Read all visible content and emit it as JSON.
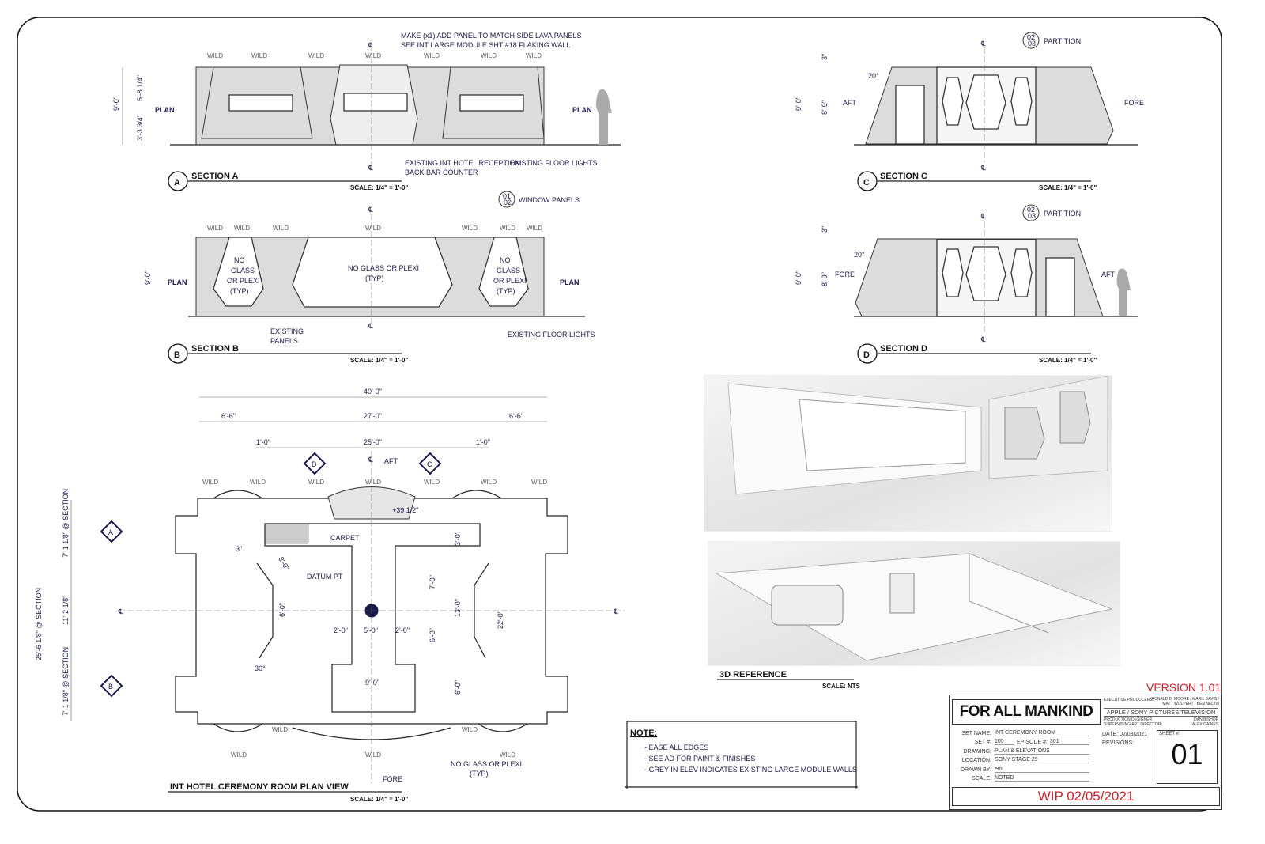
{
  "sections": {
    "a": {
      "letter": "A",
      "title": "SECTION A",
      "scale": "SCALE: 1/4\" = 1'-0\"",
      "plan_left": "PLAN",
      "plan_right": "PLAN",
      "dim_total": "9'-0\"",
      "dim_upper": "5'-8 1/4\"",
      "dim_lower": "3'-3 3/4\"",
      "note_top_1": "MAKE (x1) ADD PANEL TO MATCH SIDE LAVA PANELS",
      "note_top_2": "SEE INT LARGE MODULE SHT #18 FLAKING WALL",
      "note_counter_1": "EXISTING INT HOTEL RECEPTION",
      "note_counter_2": "BACK BAR COUNTER",
      "note_lights": "EXISTING FLOOR LIGHTS"
    },
    "b": {
      "letter": "B",
      "title": "SECTION B",
      "scale": "SCALE: 1/4\" = 1'-0\"",
      "plan_left": "PLAN",
      "plan_right": "PLAN",
      "dim_total": "9'-0\"",
      "side_note": [
        "NO",
        "GLASS",
        "OR PLEXI",
        "(TYP)"
      ],
      "center_note_1": "NO GLASS OR PLEXI",
      "center_note_2": "(TYP)",
      "callout_top": "01",
      "callout_bottom": "02",
      "callout_label": "WINDOW PANELS",
      "note_panels_1": "EXISTING",
      "note_panels_2": "PANELS",
      "note_lights": "EXISTING FLOOR LIGHTS"
    },
    "c": {
      "letter": "C",
      "title": "SECTION C",
      "scale": "SCALE: 1/4\" = 1'-0\"",
      "dim_total": "9'-0\"",
      "dim_inner": "8'-9\"",
      "dim_top": "3\"",
      "angle": "20°",
      "left": "AFT",
      "right": "FORE",
      "callout_top": "02",
      "callout_bottom": "03",
      "callout_label": "PARTITION"
    },
    "d": {
      "letter": "D",
      "title": "SECTION D",
      "scale": "SCALE: 1/4\" = 1'-0\"",
      "dim_total": "9'-0\"",
      "dim_inner": "8'-9\"",
      "dim_top": "3\"",
      "angle": "20°",
      "left": "FORE",
      "right": "AFT",
      "callout_top": "02",
      "callout_bottom": "03",
      "callout_label": "PARTITION"
    }
  },
  "wild": "WILD",
  "centerline": "℄",
  "plan": {
    "title": "INT HOTEL CEREMONY ROOM PLAN VIEW",
    "scale": "SCALE: 1/4\" = 1'-0\"",
    "dims": {
      "overall": "40'-0\"",
      "mid": "27'-0\"",
      "side_left": "6'-6\"",
      "side_right": "6'-6\"",
      "inner": "25'-0\"",
      "one_left": "1'-0\"",
      "one_right": "1'-0\"",
      "left_total": "25'-6 1/8\" @ SECTION",
      "left_top": "7'-1 1/8\" @ SECTION",
      "left_mid": "11'-2 1/8\"",
      "left_bottom": "7'-1 1/8\" @ SECTION",
      "three_a": "3'-0\"",
      "seven": "7'-0\"",
      "thirteen": "13'-0\"",
      "twentytwo": "22'-0\"",
      "six_a": "6'-0\"",
      "six_b": "6'-0\"",
      "six_c": "6'-0\"",
      "two_l": "2'-0\"",
      "five": "5'-0\"",
      "two_r": "2'-0\"",
      "nine": "9'-0\"",
      "three_b": "3\"",
      "three_c": "3'-0\"",
      "thirty": "30°",
      "plus": "+39 1/2\""
    },
    "aft": "AFT",
    "fore": "FORE",
    "carpet": "CARPET",
    "datum": "DATUM PT",
    "no_glass_1": "NO GLASS OR PLEXI",
    "no_glass_2": "(TYP)",
    "markers": {
      "a": "A",
      "b": "B",
      "c": "C",
      "d": "D"
    }
  },
  "render": {
    "title": "3D REFERENCE",
    "scale": "SCALE: NTS"
  },
  "notes": {
    "heading": "NOTE:",
    "items": [
      "- EASE ALL EDGES",
      "- SEE AD FOR PAINT & FINISHES",
      "- GREY IN ELEV INDICATES EXISTING LARGE MODULE WALLS"
    ]
  },
  "title_block": {
    "version": "VERSION 1.01",
    "logo": "FOR ALL MANKIND",
    "exec_label": "EXECUTIVE PRODUCERS:",
    "exec_names_1": "RONALD D. MOORE / MARIL DAVIS /",
    "exec_names_2": "MATT WOLPERT / BEN NEDIVI",
    "studio": "APPLE / SONY PICTURES TELEVISION",
    "pd_label": "PRODUCTION DESIGNER",
    "sad_label": "SUPERVISING ART DIRECTOR:",
    "pd_name": "DAN BISHOP",
    "sad_name": "ALEX GAINES",
    "set_name_label": "SET NAME:",
    "set_name": "INT CEREMONY ROOM",
    "set_label": "SET #:",
    "set": "105",
    "episode_label": "EPISODE #:",
    "episode": "301",
    "drawing_label": "DRAWING:",
    "drawing": "PLAN & ELEVATIONS",
    "location_label": "LOCATION:",
    "location": "SONY STAGE 29",
    "drawn_label": "DRAWN BY:",
    "drawn": "em",
    "scale_label": "SCALE:",
    "scale": "NOTED",
    "date_label": "DATE:",
    "date": "02/03/2021",
    "revisions_label": "REVISIONS:",
    "sheet_label": "SHEET #:",
    "sheet": "01",
    "wip": "WIP 02/05/2021",
    "accent": "#d0202a"
  }
}
